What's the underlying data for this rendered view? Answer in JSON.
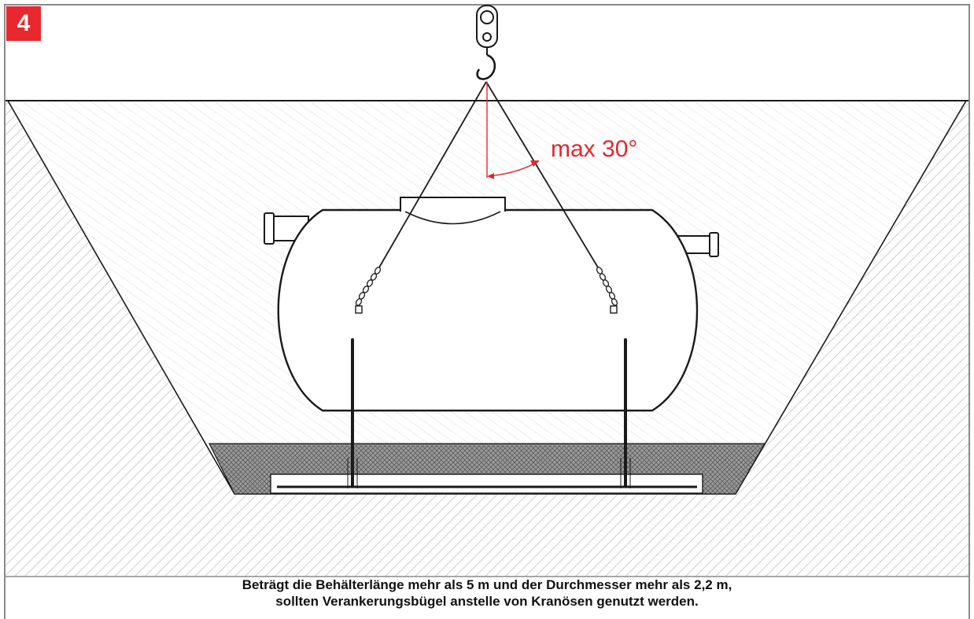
{
  "step_number": "4",
  "angle_label": "max 30°",
  "caption": {
    "line1": "Beträgt die Behälterlänge mehr als 5 m und der Durchmesser mehr als 2,2 m,",
    "line2": "sollten Verankerungsbügel anstelle von Kranösen genutzt werden."
  },
  "colors": {
    "accent_red": "#e8282e",
    "line": "#1a1a1a",
    "hatch": "#bdbdbd"
  }
}
